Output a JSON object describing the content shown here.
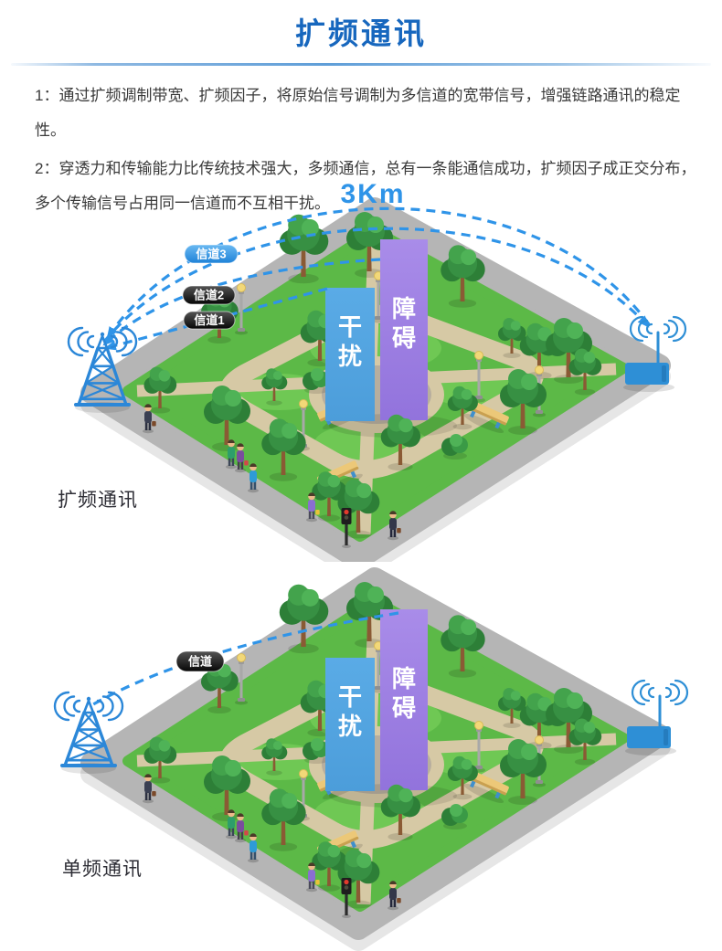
{
  "title": "扩频通讯",
  "intro": {
    "point1": "1：通过扩频调制带宽、扩频因子，将原始信号调制为多信道的宽带信号，增强链路通讯的稳定性。",
    "point2": "2：穿透力和传输能力比传统技术强大，多频通信，总有一条能通信成功，扩频因子成正交分布，多个传输信号占用同一信道而不互相干扰。"
  },
  "diagram1": {
    "caption": "扩频通讯",
    "distance_label": "3Km",
    "channels": [
      "信道3",
      "信道2",
      "信道1"
    ],
    "obstacle_label": "障碍",
    "interference_label": "干扰"
  },
  "diagram2": {
    "caption": "单频通讯",
    "channel_label": "信道",
    "obstacle_label": "障碍",
    "interference_label": "干扰"
  },
  "colors": {
    "title_blue": "#1767be",
    "signal_blue": "#2f94e8",
    "tower_blue": "#2b87d8",
    "obstacle_purple": "#9273dc",
    "interference_blue": "#4c9dda",
    "grass_green": "#5cb947",
    "path_tan": "#d6c9a5",
    "sidewalk_gray": "#b5b5b5",
    "pill_dark": "#141414",
    "text_dark": "#3a3a3a"
  }
}
